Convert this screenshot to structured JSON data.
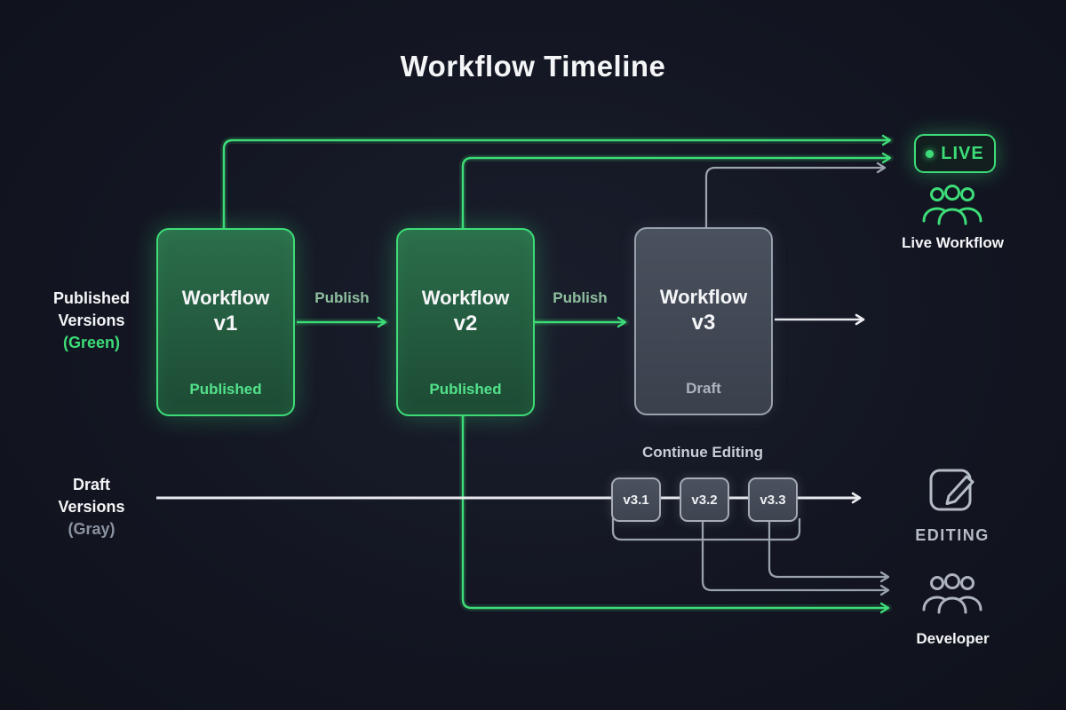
{
  "title": "Workflow Timeline",
  "legend": {
    "published": {
      "line1": "Published",
      "line2": "Versions",
      "line3": "(Green)"
    },
    "draft": {
      "line1": "Draft",
      "line2": "Versions",
      "line3": "(Gray)"
    }
  },
  "nodes": {
    "v1": {
      "name": "Workflow",
      "version": "v1",
      "status": "Published"
    },
    "v2": {
      "name": "Workflow",
      "version": "v2",
      "status": "Published"
    },
    "v3": {
      "name": "Workflow",
      "version": "v3",
      "status": "Draft"
    }
  },
  "edges": {
    "publish_v1_v2": "Publish",
    "publish_v2_v3": "Publish"
  },
  "live": {
    "badge": "LIVE",
    "caption": "Live Workflow"
  },
  "draft_row": {
    "heading": "Continue Editing",
    "items": [
      {
        "label": "v3.1"
      },
      {
        "label": "v3.2"
      },
      {
        "label": "v3.3"
      }
    ]
  },
  "editing": {
    "caption": "EDITING"
  },
  "developer": {
    "caption": "Developer"
  },
  "colors": {
    "green": "#3ddc78",
    "gray": "#9aa2ae",
    "white": "#f4f5f7",
    "background": "#131622"
  }
}
